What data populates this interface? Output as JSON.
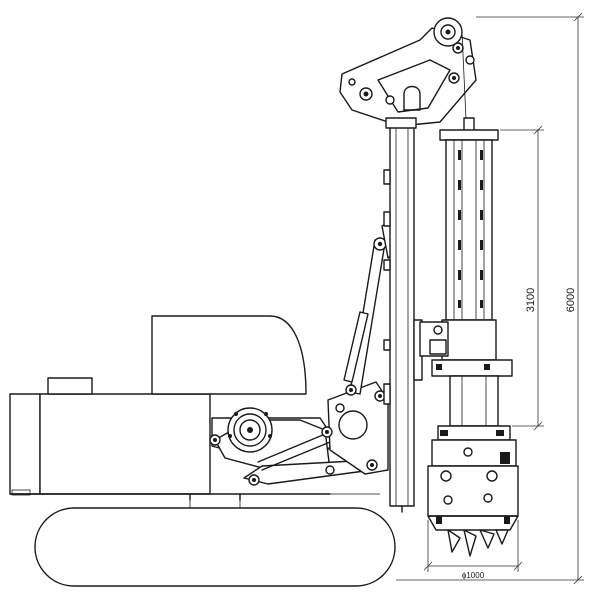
{
  "dimensions": {
    "overall_height": "6000",
    "kelly_stroke": "3100",
    "auger_diameter": "ϕ1000"
  }
}
